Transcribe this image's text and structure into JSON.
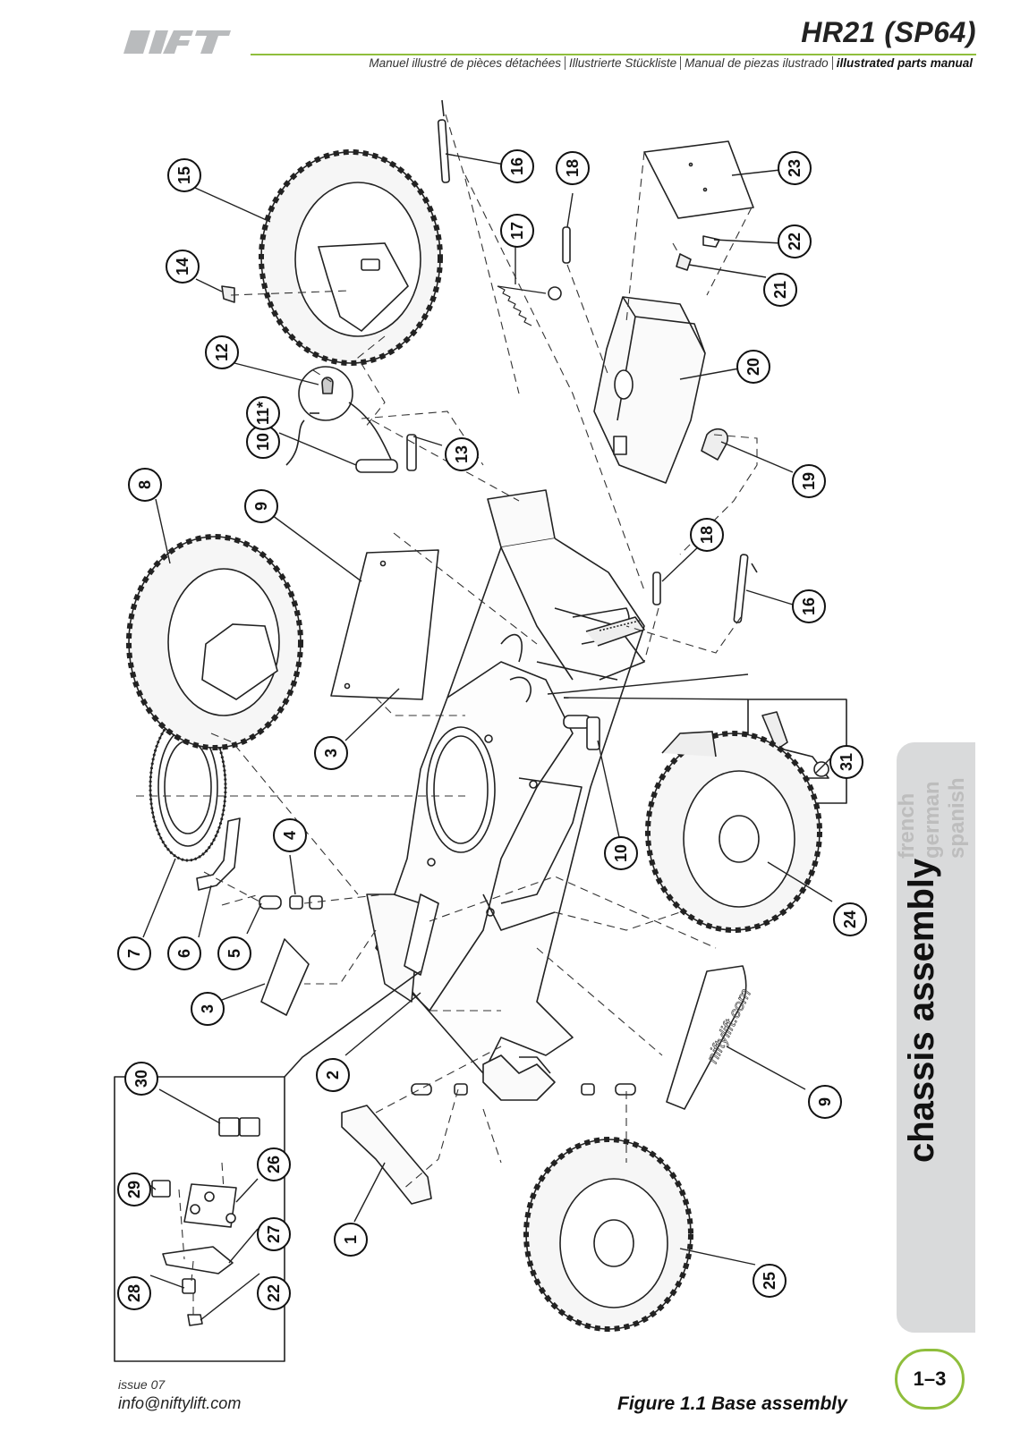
{
  "header": {
    "logo_text": "lift",
    "model": "HR21 (SP64)",
    "subtitles": [
      "Manuel illustré de pièces détachées",
      "Illustrierte Stückliste",
      "Manual de piezas ilustrado",
      "illustrated parts manual"
    ]
  },
  "sidebar": {
    "languages": [
      "french",
      "german",
      "spanish"
    ],
    "section": "chassis assembly",
    "page_number": "1–3"
  },
  "footer": {
    "issue": "issue 07",
    "email": "info@niftylift.com",
    "caption": "Figure 1.1  Base assembly"
  },
  "callouts": [
    {
      "label": "1"
    },
    {
      "label": "2"
    },
    {
      "label": "3"
    },
    {
      "label": "3"
    },
    {
      "label": "4"
    },
    {
      "label": "5"
    },
    {
      "label": "6"
    },
    {
      "label": "7"
    },
    {
      "label": "8"
    },
    {
      "label": "9"
    },
    {
      "label": "9"
    },
    {
      "label": "10"
    },
    {
      "label": "10"
    },
    {
      "label": "11*"
    },
    {
      "label": "12"
    },
    {
      "label": "13"
    },
    {
      "label": "14"
    },
    {
      "label": "15"
    },
    {
      "label": "16"
    },
    {
      "label": "16"
    },
    {
      "label": "17"
    },
    {
      "label": "18"
    },
    {
      "label": "18"
    },
    {
      "label": "19"
    },
    {
      "label": "20"
    },
    {
      "label": "21"
    },
    {
      "label": "22"
    },
    {
      "label": "22"
    },
    {
      "label": "23"
    },
    {
      "label": "24"
    },
    {
      "label": "25"
    },
    {
      "label": "26"
    },
    {
      "label": "27"
    },
    {
      "label": "28"
    },
    {
      "label": "29"
    },
    {
      "label": "30"
    },
    {
      "label": "31"
    }
  ]
}
